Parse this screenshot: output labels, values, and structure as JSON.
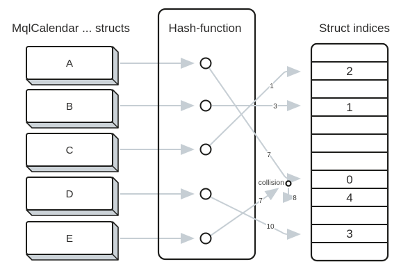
{
  "titles": {
    "structs": "MqlCalendar ... structs",
    "hash": "Hash-function",
    "indices": "Struct indices"
  },
  "structs": [
    "A",
    "B",
    "C",
    "D",
    "E"
  ],
  "edge_labels": {
    "c": "1",
    "b": "3",
    "a": "7",
    "e": "7",
    "probe": "8",
    "d": "10"
  },
  "collision": "collision",
  "table": {
    "rows": [
      "",
      "2",
      "",
      "1",
      "",
      "",
      "",
      "0",
      "4",
      "",
      "3",
      ""
    ]
  },
  "colors": {
    "ink": "#1d1d1b",
    "edge_gray": "#c6ced4",
    "bevel_gray": "#ccd3d8",
    "text": "#2b2a29"
  }
}
